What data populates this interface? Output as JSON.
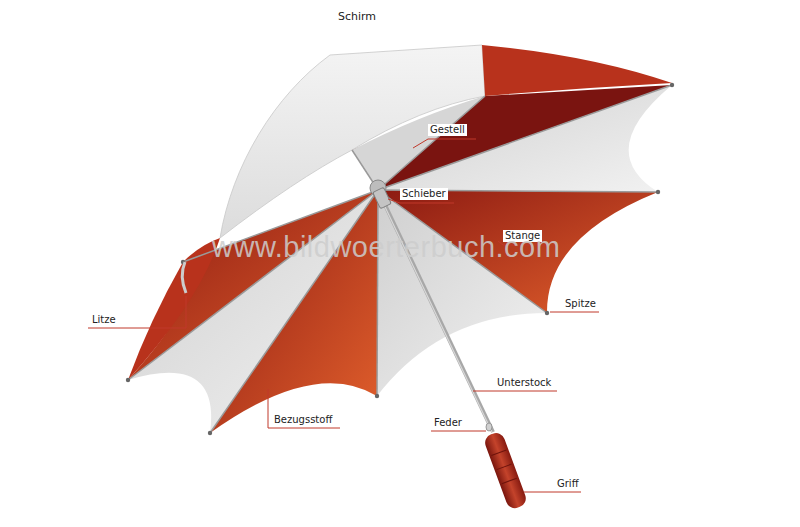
{
  "diagram": {
    "title": "Schirm",
    "labels": [
      "Gestell",
      "Schieber",
      "Stange",
      "Spitze",
      "Litze",
      "Unterstock",
      "Feder",
      "Bezugsstoff",
      "Griff",
      "www.bildwoerterbuch.com"
    ]
  }
}
